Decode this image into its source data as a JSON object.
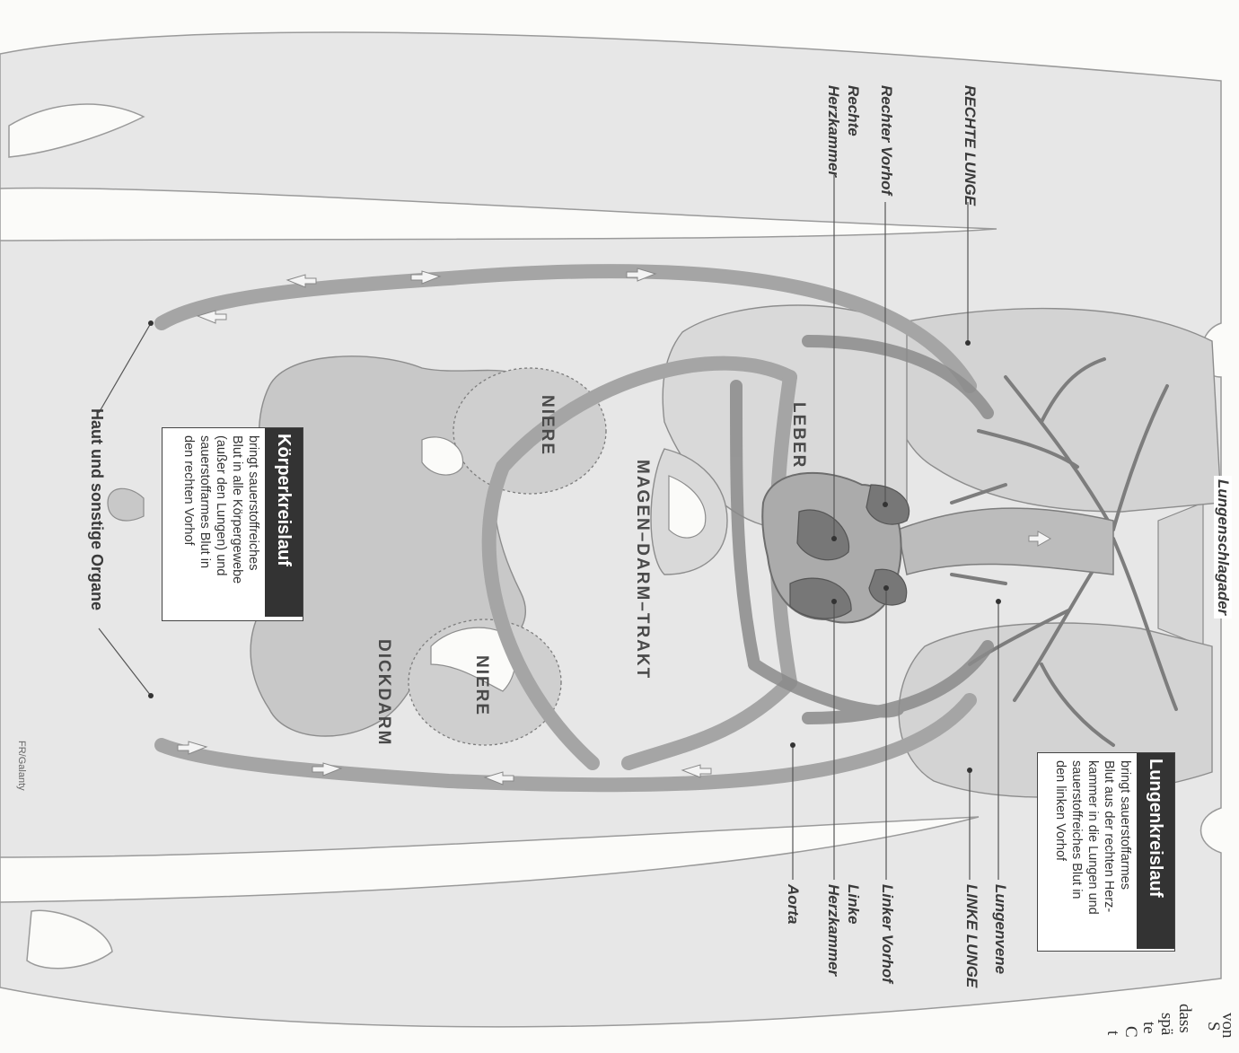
{
  "labels": {
    "rechte_lunge": "RECHTE LUNGE",
    "rechter_vorhof": "Rechter Vorhof",
    "rechte_herzkammer_1": "Rechte",
    "rechte_herzkammer_2": "Herzkammer",
    "lungenschlagader": "Lungenschlagader",
    "lungenvene": "Lungenvene",
    "linke_lunge": "LINKE LUNGE",
    "linker_vorhof": "Linker Vorhof",
    "linke_herzkammer_1": "Linke",
    "linke_herzkammer_2": "Herzkammer",
    "aorta": "Aorta",
    "haut": "Haut und sonstige Organe"
  },
  "organs": {
    "leber": "LEBER",
    "niere_1": "NIERE",
    "niere_2": "NIERE",
    "magen": "MAGEN–DARM–TRAKT",
    "dickdarm": "DICKDARM"
  },
  "koerperkreislauf": {
    "title": "Körperkreislauf",
    "lines": [
      "bringt sauerstoffreiches",
      "Blut in alle Körpergewebe",
      "(außer den Lungen) und",
      "sauerstoffarmes Blut in",
      "den rechten Vorhof"
    ]
  },
  "lungenkreislauf": {
    "title": "Lungenkreislauf",
    "lines": [
      "bringt sauerstoffarmes",
      "Blut aus der rechten Herz-",
      "kammer in die Lungen und",
      "sauerstoffreiches Blut in",
      "den linken Vorhof"
    ]
  },
  "credit": "FR/Galanty",
  "margin_text": [
    "von",
    "S",
    "dass",
    "spä",
    "te",
    "C",
    "t"
  ]
}
